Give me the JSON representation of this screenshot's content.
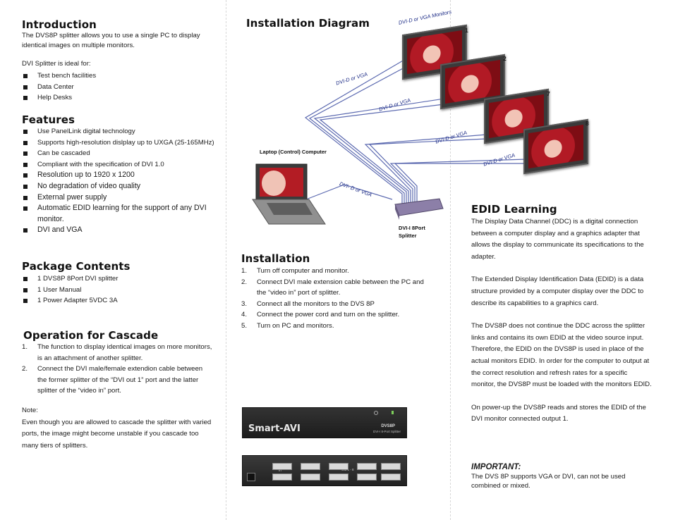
{
  "intro": {
    "title": "Introduction",
    "text": "The DVS8P splitter allows you to use a single PC to display identical images on multiple monitors.",
    "ideal_label": "DVI Splitter is ideal for:",
    "ideal_items": [
      "Test bench facilities",
      "Data Center",
      "Help Desks"
    ]
  },
  "features": {
    "title": "Features",
    "items": [
      "Use PanelLink digital technology",
      "Supports high-resolution dislplay up to UXGA (25-165MHz)",
      "Can be cascaded",
      "Compliant with the specification of DVI 1.0",
      "Resolution up to 1920 x 1200",
      "No degradation of video quality",
      "External pwer supply",
      "Automatic EDID learning for the support of any DVI monitor.",
      "DVI and VGA"
    ]
  },
  "package": {
    "title": "Package Contents",
    "items": [
      "1 DVS8P 8Port DVI splitter",
      "1 User Manual",
      "1 Power Adapter 5VDC 3A"
    ]
  },
  "cascade": {
    "title": "Operation for Cascade",
    "steps": [
      {
        "n": "1.",
        "text": "The function to display identical images on more monitors, is an attachment of another splitter."
      },
      {
        "n": "2.",
        "text": "Connect the DVI male/female extendion cable between the former splitter of the “DVI out 1” port and the latter splitter of the “video in” port."
      }
    ],
    "note_label": "Note:",
    "note_text": "Even though you are allowed to cascade the splitter with varied ports, the image might become unstable if you cascade too many tiers of splitters."
  },
  "diagram": {
    "title": "Installation Diagram",
    "monitors_label": "DVI-D or VGA Monitors",
    "laptop_label": "Laptop (Control) Computer",
    "splitter_label": "DVI-I 8Port Splitter",
    "cable_label_laptop": "DVI- D or VGA",
    "cable_label": "DVI-D or VGA",
    "monitor_numbers": [
      "1",
      "2",
      "7",
      "8"
    ]
  },
  "installation": {
    "title": "Installation",
    "steps": [
      {
        "n": "1.",
        "text": "Turn off computer and monitor."
      },
      {
        "n": "2.",
        "text": "Connect DVI male extension cable between the PC and the “video in” port of splitter."
      },
      {
        "n": "3.",
        "text": "Connect  all the monitors to the  DVS 8P"
      },
      {
        "n": "4.",
        "text": "Connect the power cord and turn on the splitter."
      },
      {
        "n": "5.",
        "text": "Turn on PC and monitors."
      }
    ]
  },
  "device": {
    "brand": "Smart-AVI",
    "model": "DVS8P",
    "model_sub": "DVI-I 8-Port Splitter",
    "rear_in_label": "In",
    "rear_out_label": "Out 1 - 8"
  },
  "edid": {
    "title": "EDID Learning",
    "paragraphs": [
      "The Display Data Channel (DDC) is a digital connection between a computer display and a graphics adapter that allows the display to communicate its specifications to the adapter.",
      "The Extended Display Identification Data (EDID) is a data structure provided by a computer display over the DDC to describe its capabilities to a graphics card.",
      "The DVS8P does not continue the DDC across the splitter links and contains its own EDID at the video source input. Therefore, the EDID on the DVS8P is used in place of the actual monitors EDID. In order for the computer to output at the correct resolution and refresh rates for a specific monitor, the DVS8P must be loaded with the monitors EDID.",
      "On power-up the DVS8P reads and stores the EDID of the DVI monitor connected output 1."
    ],
    "important_label": "IMPORTANT:",
    "important_text": "The DVS 8P supports VGA or DVI, can not  be used combined or mixed."
  },
  "colors": {
    "cable": "#4b5aa8",
    "splitter_box": "#8c7fa8",
    "label_blue": "#1b2a85"
  }
}
